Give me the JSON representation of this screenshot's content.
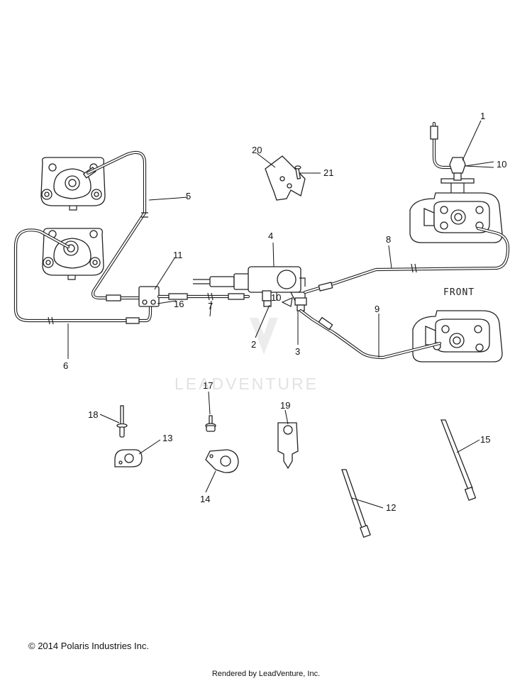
{
  "watermark": "LEADVENTURE",
  "front_label": "FRONT",
  "callouts": {
    "c1": "1",
    "c2": "2",
    "c3": "3",
    "c4": "4",
    "c5": "5",
    "c6": "6",
    "c7": "7",
    "c8": "8",
    "c9": "9",
    "c10a": "10",
    "c10b": "10",
    "c11": "11",
    "c12": "12",
    "c13": "13",
    "c14": "14",
    "c15": "15",
    "c16": "16",
    "c17": "17",
    "c18": "18",
    "c19": "19",
    "c20": "20",
    "c21": "21"
  },
  "footer": {
    "copyright": "© 2014 Polaris Industries Inc.",
    "rendered_by": "Rendered by LeadVenture, Inc."
  }
}
